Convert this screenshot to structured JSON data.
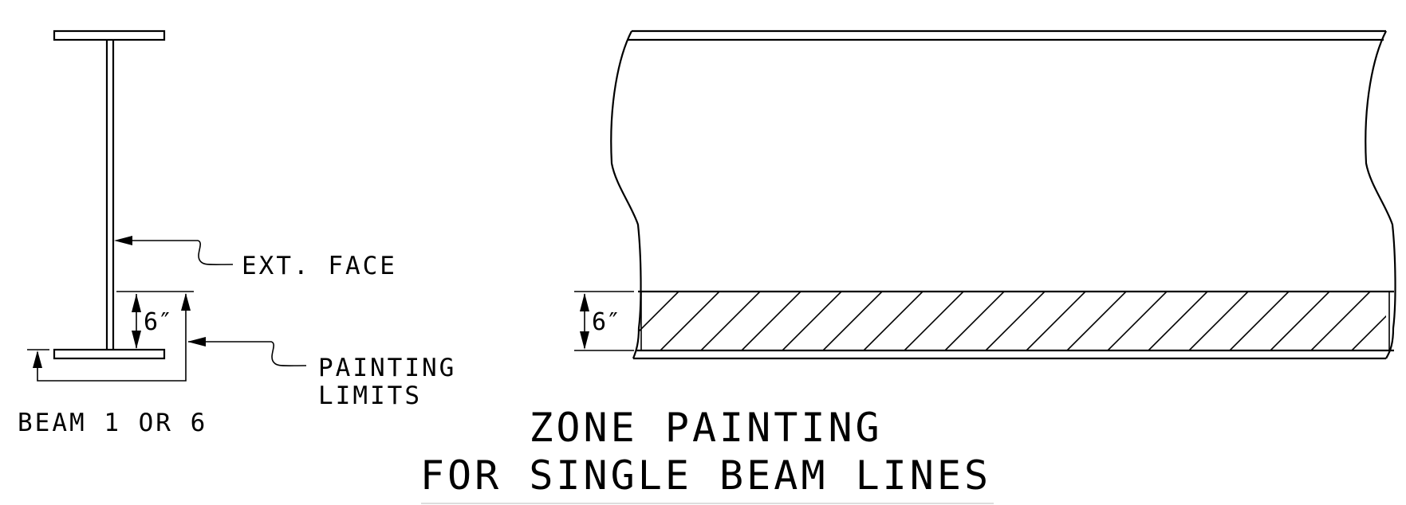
{
  "section": {
    "ext_face_label": "EXT. FACE",
    "painting_limits_line1": "PAINTING",
    "painting_limits_line2": "LIMITS",
    "beam_label": "BEAM 1 OR 6",
    "dimension_label": "6″"
  },
  "elevation": {
    "dimension_label": "6″"
  },
  "title": {
    "line1": "ZONE PAINTING",
    "line2": "FOR SINGLE BEAM LINES"
  }
}
